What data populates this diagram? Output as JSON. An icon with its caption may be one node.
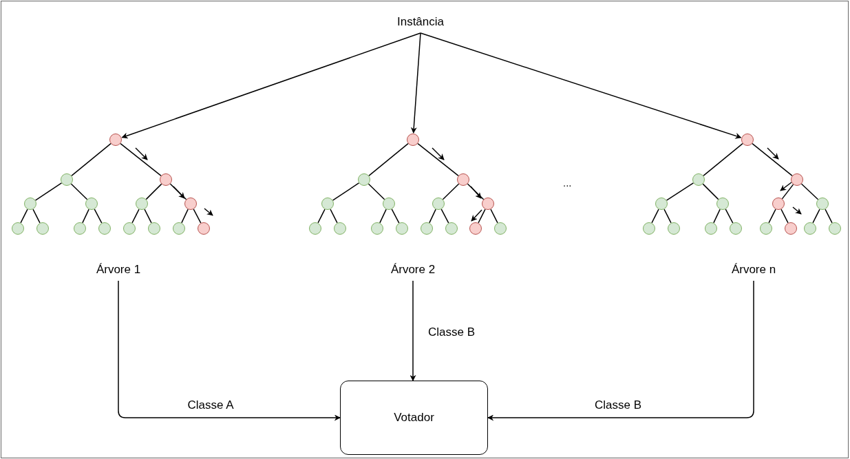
{
  "diagram": {
    "nodes": [
      {
        "text": [
          "Instância"
        ]
      },
      {
        "text": [],
        "shape": "circle"
      },
      {
        "text": [],
        "shape": "circle"
      },
      {
        "text": [],
        "shape": "circle"
      },
      {
        "text": [],
        "shape": "circle"
      },
      {
        "text": [],
        "shape": "circle"
      },
      {
        "text": [],
        "shape": "circle"
      },
      {
        "text": [],
        "shape": "circle"
      },
      {
        "text": [],
        "shape": "circle"
      },
      {
        "text": [],
        "shape": "circle"
      },
      {
        "text": [],
        "shape": "circle"
      },
      {
        "text": [],
        "shape": "circle"
      },
      {
        "text": [],
        "shape": "circle"
      },
      {
        "text": [],
        "shape": "circle"
      },
      {
        "text": [],
        "shape": "circle"
      },
      {
        "text": [],
        "shape": "circle"
      },
      {
        "text": [],
        "shape": "circle"
      },
      {
        "text": [],
        "shape": "circle"
      },
      {
        "text": [],
        "shape": "circle"
      },
      {
        "text": [],
        "shape": "circle"
      },
      {
        "text": [],
        "shape": "circle"
      },
      {
        "text": [],
        "shape": "circle"
      },
      {
        "text": [],
        "shape": "circle"
      },
      {
        "text": [],
        "shape": "circle"
      },
      {
        "text": [],
        "shape": "circle"
      },
      {
        "text": [],
        "shape": "circle"
      },
      {
        "text": [],
        "shape": "circle"
      },
      {
        "text": [],
        "shape": "circle"
      },
      {
        "text": [],
        "shape": "circle"
      },
      {
        "text": [],
        "shape": "circle"
      },
      {
        "text": [],
        "shape": "circle"
      },
      {
        "text": [],
        "shape": "circle"
      },
      {
        "text": [],
        "shape": "circle"
      },
      {
        "text": [],
        "shape": "circle"
      },
      {
        "text": [],
        "shape": "circle"
      },
      {
        "text": [],
        "shape": "circle"
      },
      {
        "text": [],
        "shape": "circle"
      },
      {
        "text": [],
        "shape": "circle"
      },
      {
        "text": [],
        "shape": "circle"
      },
      {
        "text": [],
        "shape": "circle"
      },
      {
        "text": [],
        "shape": "circle"
      },
      {
        "text": [],
        "shape": "circle"
      },
      {
        "text": [],
        "shape": "circle"
      },
      {
        "text": [],
        "shape": "circle"
      },
      {
        "text": [],
        "shape": "circle"
      },
      {
        "text": [],
        "shape": "circle"
      },
      {
        "text": [
          "Árvore 1"
        ]
      },
      {
        "text": [
          "Árvore 2"
        ]
      },
      {
        "text": [
          "Árvore n"
        ]
      },
      {
        "text": [
          "Votador"
        ]
      }
    ],
    "edges": [
      {
        "from": 0,
        "to": 1,
        "arrow": "to"
      },
      {
        "from": 0,
        "to": 16,
        "arrow": "to"
      },
      {
        "from": 0,
        "to": 31,
        "arrow": "to"
      },
      {
        "from": 1,
        "to": 2,
        "arrow": "none"
      },
      {
        "from": 1,
        "to": 3,
        "arrow": "none"
      },
      {
        "from": 2,
        "to": 4,
        "arrow": "none"
      },
      {
        "from": 2,
        "to": 5,
        "arrow": "none"
      },
      {
        "from": 3,
        "to": 6,
        "arrow": "none"
      },
      {
        "from": 3,
        "to": 7,
        "arrow": "none"
      },
      {
        "from": 4,
        "to": 8,
        "arrow": "none"
      },
      {
        "from": 4,
        "to": 9,
        "arrow": "none"
      },
      {
        "from": 5,
        "to": 10,
        "arrow": "none"
      },
      {
        "from": 5,
        "to": 11,
        "arrow": "none"
      },
      {
        "from": 6,
        "to": 12,
        "arrow": "none"
      },
      {
        "from": 6,
        "to": 13,
        "arrow": "none"
      },
      {
        "from": 7,
        "to": 14,
        "arrow": "none"
      },
      {
        "from": 7,
        "to": 15,
        "arrow": "none"
      },
      {
        "from": 16,
        "to": 17,
        "arrow": "none"
      },
      {
        "from": 16,
        "to": 18,
        "arrow": "none"
      },
      {
        "from": 17,
        "to": 19,
        "arrow": "none"
      },
      {
        "from": 17,
        "to": 20,
        "arrow": "none"
      },
      {
        "from": 18,
        "to": 21,
        "arrow": "none"
      },
      {
        "from": 18,
        "to": 22,
        "arrow": "none"
      },
      {
        "from": 19,
        "to": 23,
        "arrow": "none"
      },
      {
        "from": 19,
        "to": 24,
        "arrow": "none"
      },
      {
        "from": 20,
        "to": 25,
        "arrow": "none"
      },
      {
        "from": 20,
        "to": 26,
        "arrow": "none"
      },
      {
        "from": 21,
        "to": 27,
        "arrow": "none"
      },
      {
        "from": 21,
        "to": 28,
        "arrow": "none"
      },
      {
        "from": 22,
        "to": 29,
        "arrow": "none"
      },
      {
        "from": 22,
        "to": 30,
        "arrow": "none"
      },
      {
        "from": 31,
        "to": 32,
        "arrow": "none"
      },
      {
        "from": 31,
        "to": 33,
        "arrow": "none"
      },
      {
        "from": 32,
        "to": 34,
        "arrow": "none"
      },
      {
        "from": 32,
        "to": 35,
        "arrow": "none"
      },
      {
        "from": 33,
        "to": 36,
        "arrow": "none"
      },
      {
        "from": 33,
        "to": 37,
        "arrow": "none"
      },
      {
        "from": 34,
        "to": 38,
        "arrow": "none"
      },
      {
        "from": 34,
        "to": 39,
        "arrow": "none"
      },
      {
        "from": 35,
        "to": 40,
        "arrow": "none"
      },
      {
        "from": 35,
        "to": 41,
        "arrow": "none"
      },
      {
        "from": 36,
        "to": 42,
        "arrow": "none"
      },
      {
        "from": 36,
        "to": 43,
        "arrow": "none"
      },
      {
        "from": 37,
        "to": 44,
        "arrow": "none"
      },
      {
        "from": 37,
        "to": 45,
        "arrow": "none"
      },
      {
        "from": 46,
        "to": 49,
        "arrow": "to",
        "label": "Classe A"
      },
      {
        "from": 47,
        "to": 49,
        "arrow": "to",
        "label": "Classe B"
      },
      {
        "from": 48,
        "to": 49,
        "arrow": "to",
        "label": "Classe B"
      }
    ],
    "labels": [
      "..."
    ]
  }
}
